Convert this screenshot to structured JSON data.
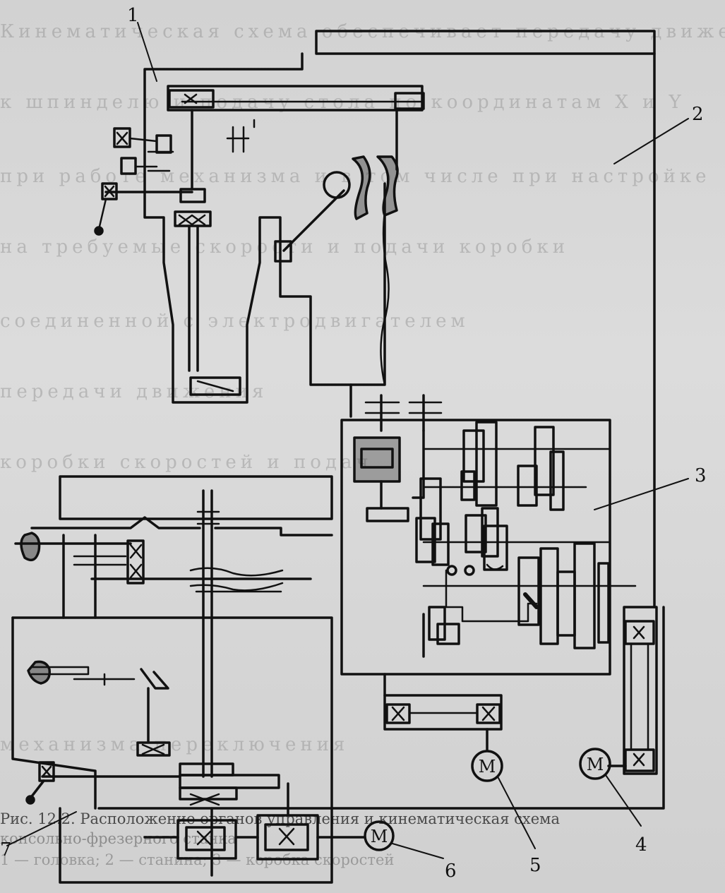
{
  "background_lines": [
    "Кинематическая схема обеспечивает передачу движения от электродвигателя",
    "к шпинделю и подачу стола по координатам X и Y",
    "при работе механизма и в том числе при настройке",
    "на требуемые скорости и подачи коробки",
    "соединенной с электродвигателем",
    "передачи движения",
    "коробки скоростей и подач",
    "механизма переключения"
  ],
  "caption": {
    "line1": "Рис. 12.2. Расположение органов управления и кинематическая схема",
    "line2": "консольно-фрезерного станка",
    "line3": "1 — головка; 2 — станина; 3 — коробка скоростей"
  },
  "labels": {
    "l1": "1",
    "l2": "2",
    "l3": "3",
    "l4": "4",
    "l5": "5",
    "l6": "6",
    "l7": "7"
  },
  "motors": {
    "m4": "M",
    "m5": "M",
    "m6": "M"
  },
  "colors": {
    "ink": "#111111",
    "paper": "#d6d6d6"
  }
}
